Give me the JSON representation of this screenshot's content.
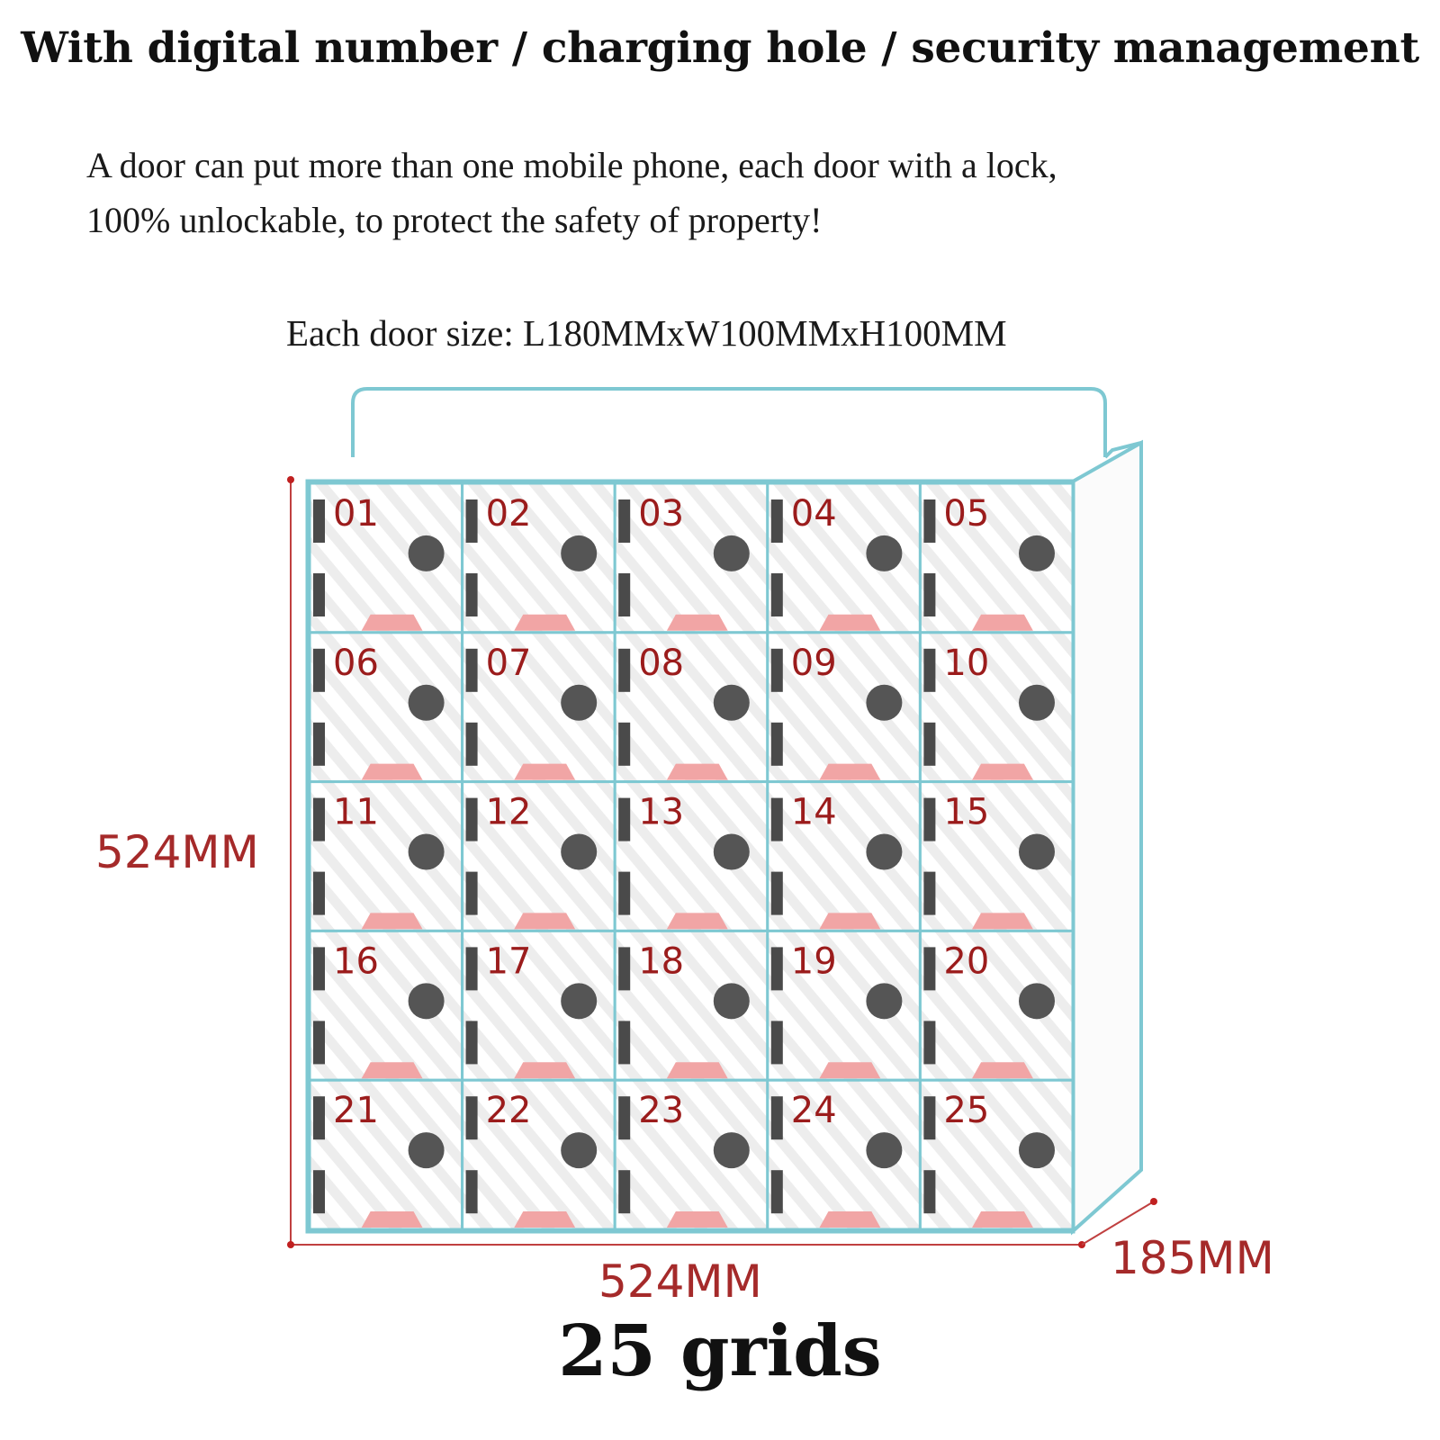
{
  "headline": "With digital number / charging hole / security management",
  "description": {
    "line1": "A door can put more than one mobile phone, each door with a lock,",
    "line2": "100% unlockable, to protect the safety of property!"
  },
  "door_size": "Each door size: L180MMxW100MMxH100MM",
  "dimensions": {
    "height": "524MM",
    "width": "524MM",
    "depth": "185MM"
  },
  "grid_count_label": "25 grids",
  "grid": {
    "rows": 5,
    "cols": 5,
    "door_numbers": [
      "01",
      "02",
      "03",
      "04",
      "05",
      "06",
      "07",
      "08",
      "09",
      "10",
      "11",
      "12",
      "13",
      "14",
      "15",
      "16",
      "17",
      "18",
      "19",
      "20",
      "21",
      "22",
      "23",
      "24",
      "25"
    ]
  },
  "colors": {
    "frame": "#7ec8d2",
    "number": "#9b1c1c",
    "dimension": "#a52a2a",
    "lock": "#555555",
    "hinge": "#4a4a4a",
    "charging_slot": "#f1a5a5"
  }
}
